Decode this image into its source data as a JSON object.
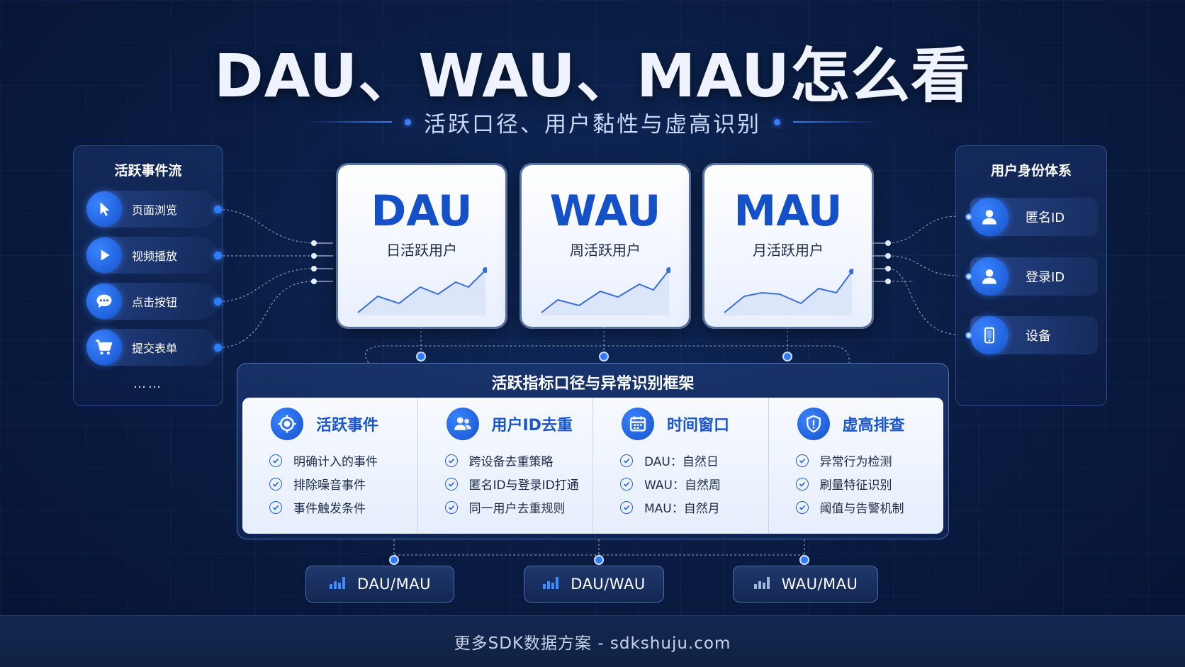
{
  "header": {
    "title": "DAU、WAU、MAU怎么看",
    "subtitle": "活跃口径、用户黏性与虚高识别"
  },
  "left_panel": {
    "title": "活跃事件流",
    "items": [
      {
        "label": "页面浏览",
        "icon": "cursor-click-icon"
      },
      {
        "label": "视频播放",
        "icon": "play-icon"
      },
      {
        "label": "点击按钮",
        "icon": "chat-bubble-icon"
      },
      {
        "label": "提交表单",
        "icon": "cart-icon"
      }
    ],
    "more": "……"
  },
  "right_panel": {
    "title": "用户身份体系",
    "items": [
      {
        "label": "匿名ID",
        "icon": "user-icon"
      },
      {
        "label": "登录ID",
        "icon": "user-icon"
      },
      {
        "label": "设备",
        "icon": "phone-icon"
      }
    ]
  },
  "metrics": [
    {
      "name": "DAU",
      "desc": "日活跃用户"
    },
    {
      "name": "WAU",
      "desc": "周活跃用户"
    },
    {
      "name": "MAU",
      "desc": "月活跃用户"
    }
  ],
  "framework": {
    "title": "活跃指标口径与异常识别框架",
    "columns": [
      {
        "title": "活跃事件",
        "icon": "target-icon",
        "items": [
          "明确计入的事件",
          "排除噪音事件",
          "事件触发条件"
        ]
      },
      {
        "title": "用户ID去重",
        "icon": "users-icon",
        "items": [
          "跨设备去重策略",
          "匿名ID与登录ID打通",
          "同一用户去重规则"
        ]
      },
      {
        "title": "时间窗口",
        "icon": "calendar-icon",
        "items": [
          "DAU：自然日",
          "WAU：自然周",
          "MAU：自然月"
        ]
      },
      {
        "title": "虚高排查",
        "icon": "shield-alert-icon",
        "items": [
          "异常行为检测",
          "刷量特征识别",
          "阈值与告警机制"
        ]
      }
    ]
  },
  "ratios": [
    {
      "label": "DAU/MAU",
      "icon": "bar-chart-icon"
    },
    {
      "label": "DAU/WAU",
      "icon": "bar-chart-icon"
    },
    {
      "label": "WAU/MAU",
      "icon": "bar-chart-icon"
    }
  ],
  "footer": {
    "text": "更多SDK数据方案 - sdkshuju.com"
  },
  "colors": {
    "accent": "#1450c8",
    "bg": "#0a1d44",
    "node": "#2f7dff"
  }
}
